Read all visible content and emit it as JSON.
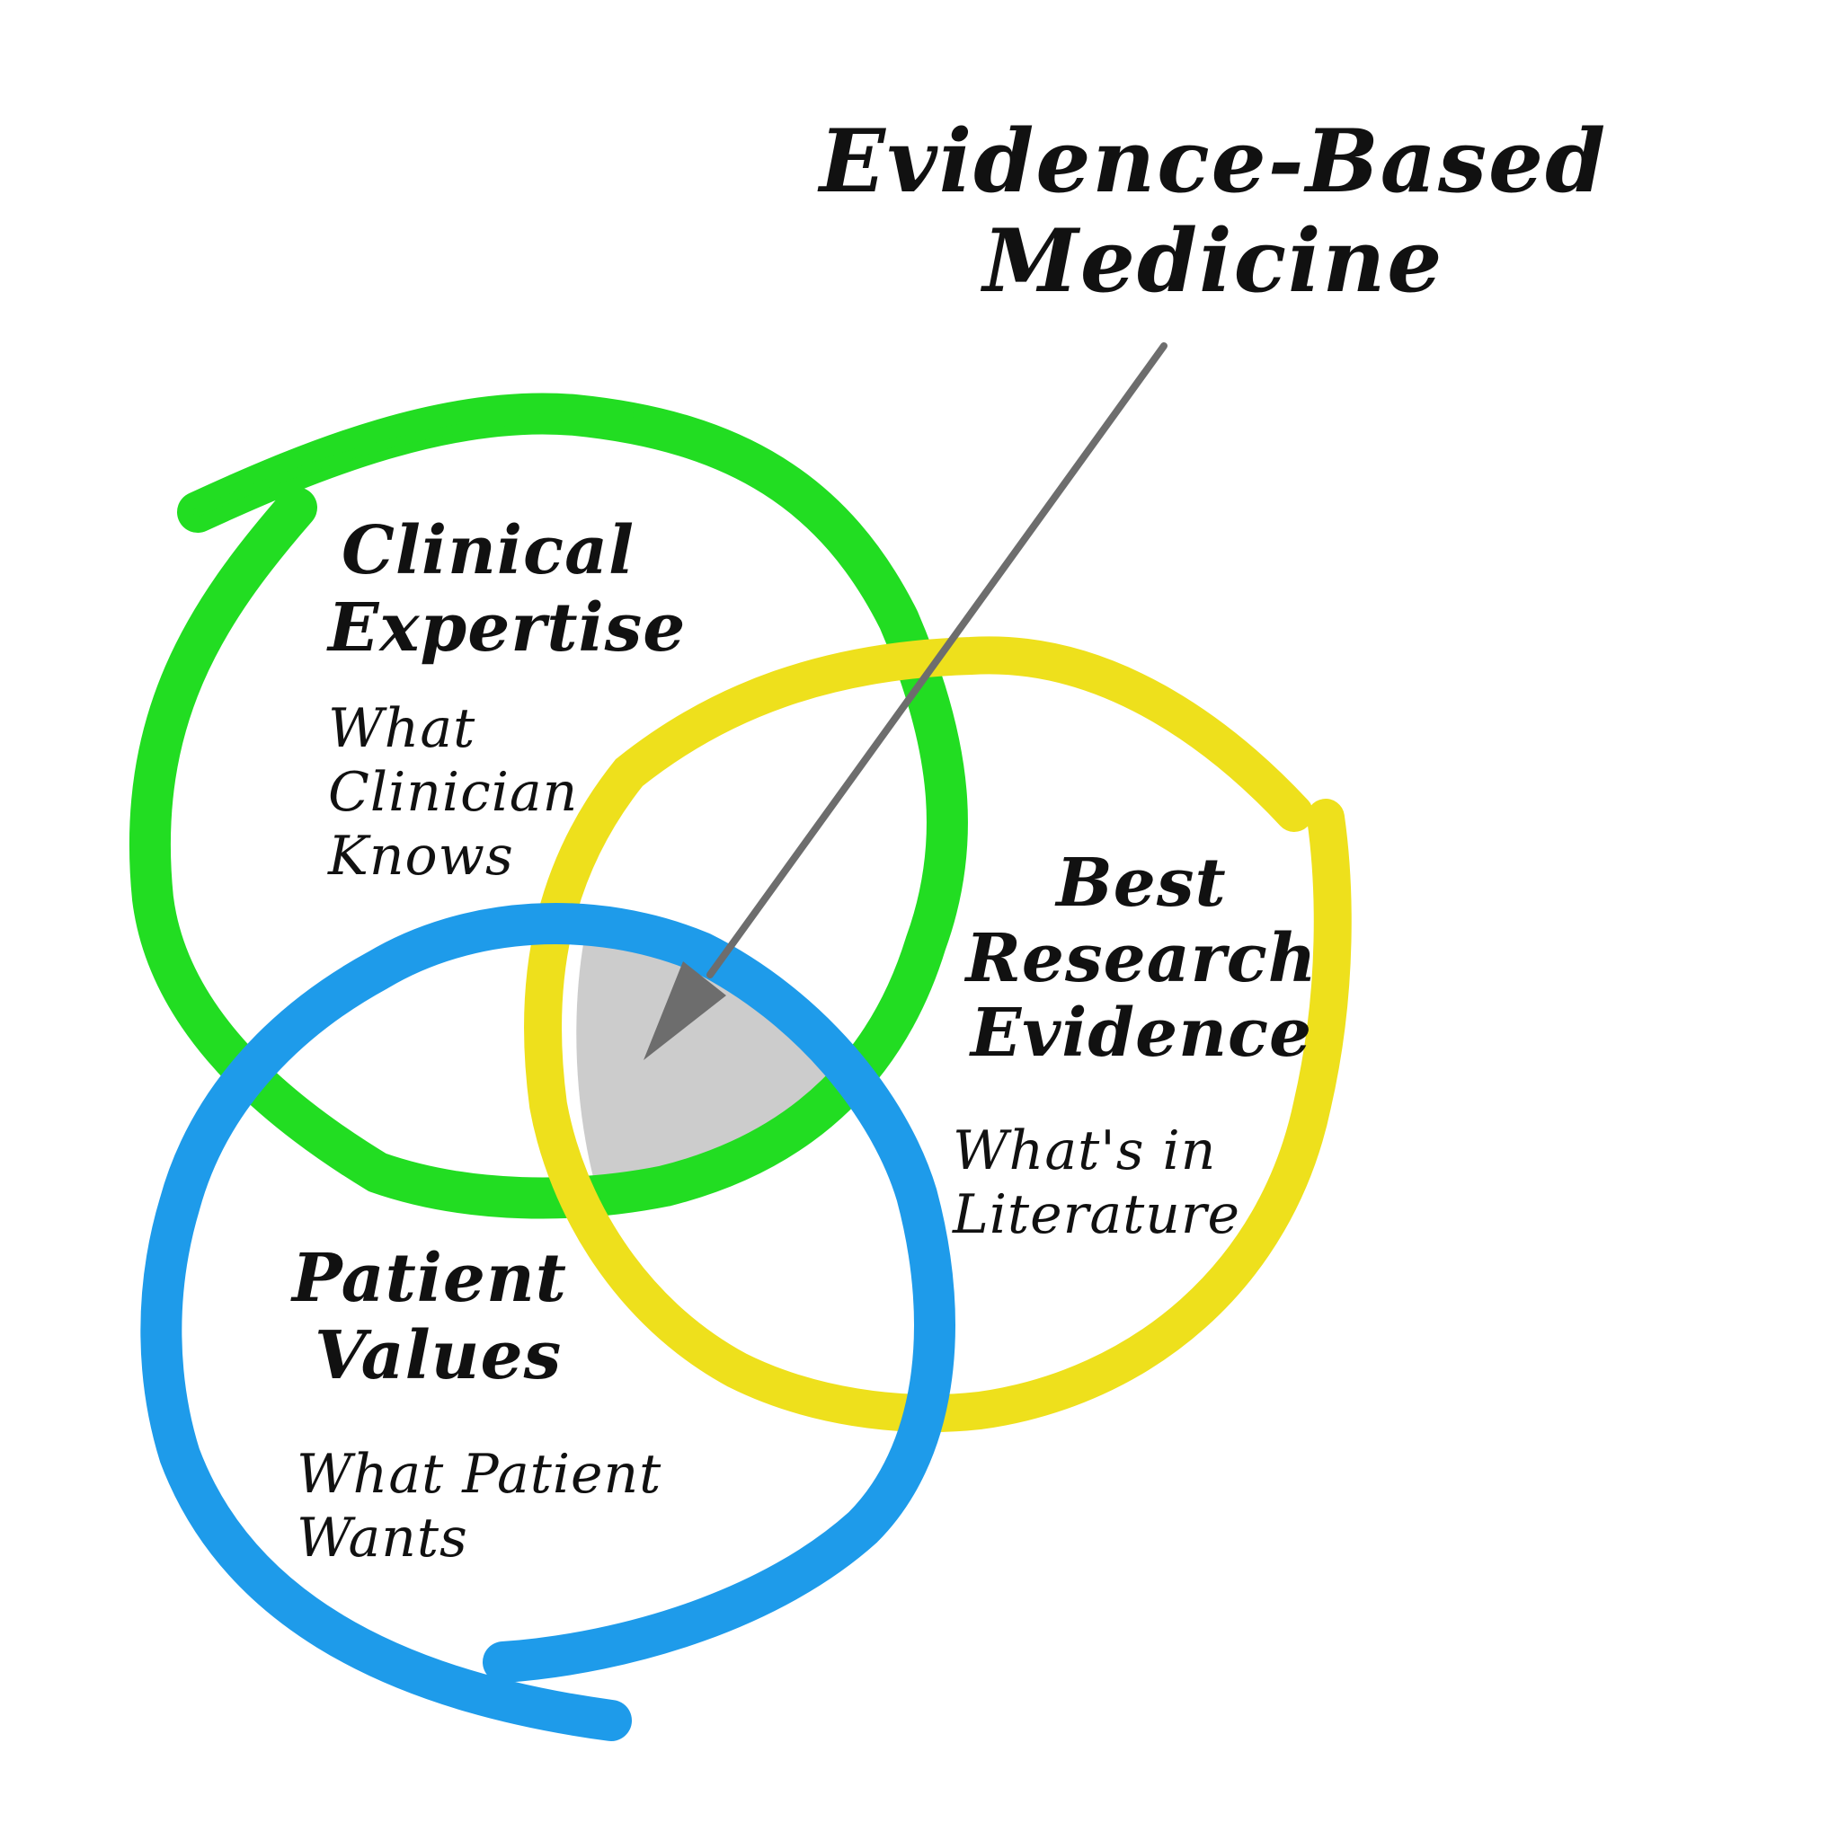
{
  "title": {
    "line1": "Evidence-Based",
    "line2": "Medicine"
  },
  "circles": {
    "clinical": {
      "heading_line1": "Clinical",
      "heading_line2": "Expertise",
      "sub_line1": "What",
      "sub_line2": "Clinician",
      "sub_line3": "Knows",
      "color": "#22dd22"
    },
    "research": {
      "heading_line1": "Best",
      "heading_line2": "Research",
      "heading_line3": "Evidence",
      "sub_line1": "What's in",
      "sub_line2": "Literature",
      "color": "#eee01c"
    },
    "patient": {
      "heading_line1": "Patient",
      "heading_line2": "Values",
      "sub_line1": "What Patient",
      "sub_line2": "Wants",
      "color": "#1e9bea"
    }
  },
  "intersection_color": "#cccccc",
  "arrow_color": "#6d6d6d"
}
